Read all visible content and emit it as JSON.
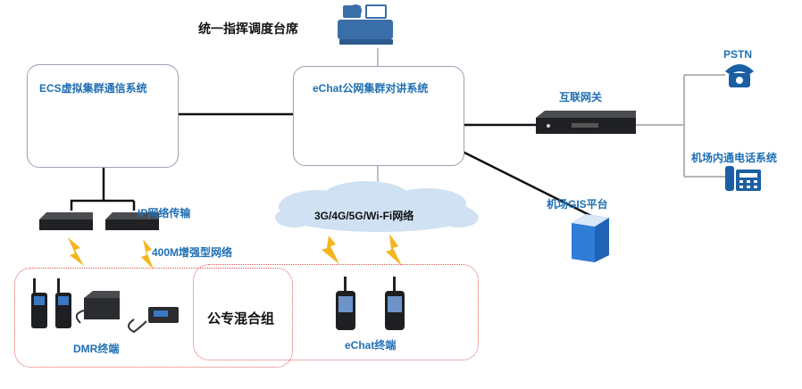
{
  "dispatch": {
    "label": "统一指挥调度台席",
    "icon": "dispatcher-console-icon"
  },
  "ecs": {
    "label": "ECS虚拟集群通信系统",
    "icon": "server-tower-icon"
  },
  "echat": {
    "label": "eChat公网集群对讲系统",
    "icon": "rack-server-icon"
  },
  "gateway": {
    "label": "互联网关"
  },
  "pstn": {
    "label": "PSTN",
    "icon": "telephone-icon"
  },
  "airport_phone": {
    "label": "机场内通电话系统",
    "icon": "desk-phone-icon"
  },
  "gis": {
    "label": "机场GIS平台",
    "icon": "server-tower-icon"
  },
  "ip_transport": {
    "label": "IP网络传输"
  },
  "enhanced_network": {
    "label": "400M增强型网络"
  },
  "public_network": {
    "label": "3G/4G/5G/Wi-Fi网络"
  },
  "hybrid_group": {
    "label": "公专混合组"
  },
  "dmr": {
    "label": "DMR终端"
  },
  "echat_terminal": {
    "label": "eChat终端"
  },
  "colors": {
    "label_blue": "#1f6fb4",
    "link_line": "#111111",
    "phone_line": "#b5b5b5",
    "lightning": "#f5b51c",
    "dotted_border": "#e05555",
    "cloud": "#cfe1f2"
  }
}
